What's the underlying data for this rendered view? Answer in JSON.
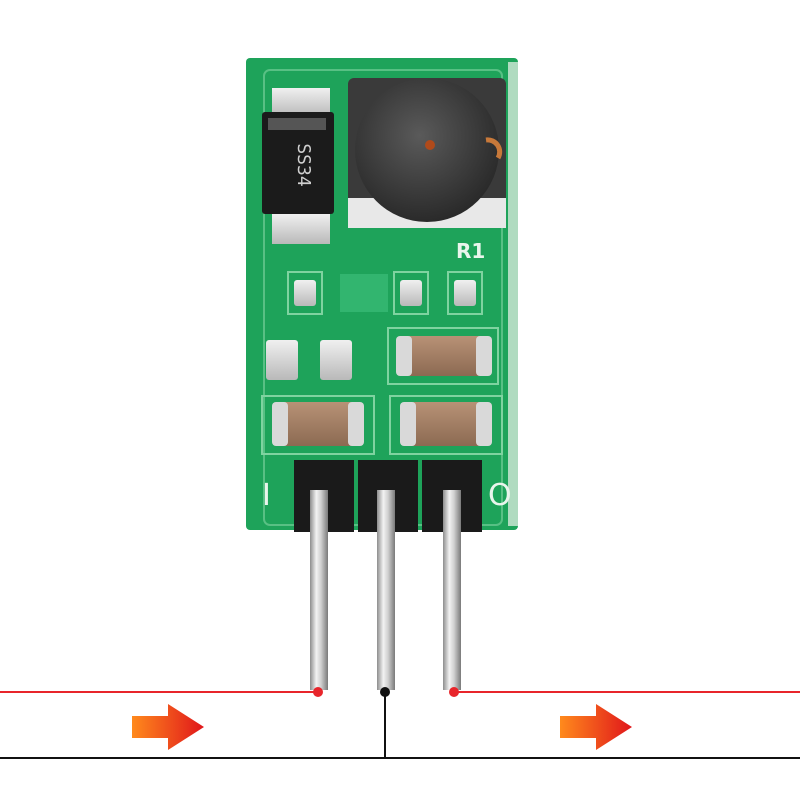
{
  "photo": {
    "diode_marking": "SS34",
    "resistor_label": "R1",
    "input_label": "I",
    "output_label": "O"
  },
  "colors": {
    "pcb": "#1ea35a",
    "wire_red": "#e8252b",
    "wire_black": "#111111",
    "arrow_start": "#ff8a1c",
    "arrow_end": "#e0161b"
  }
}
